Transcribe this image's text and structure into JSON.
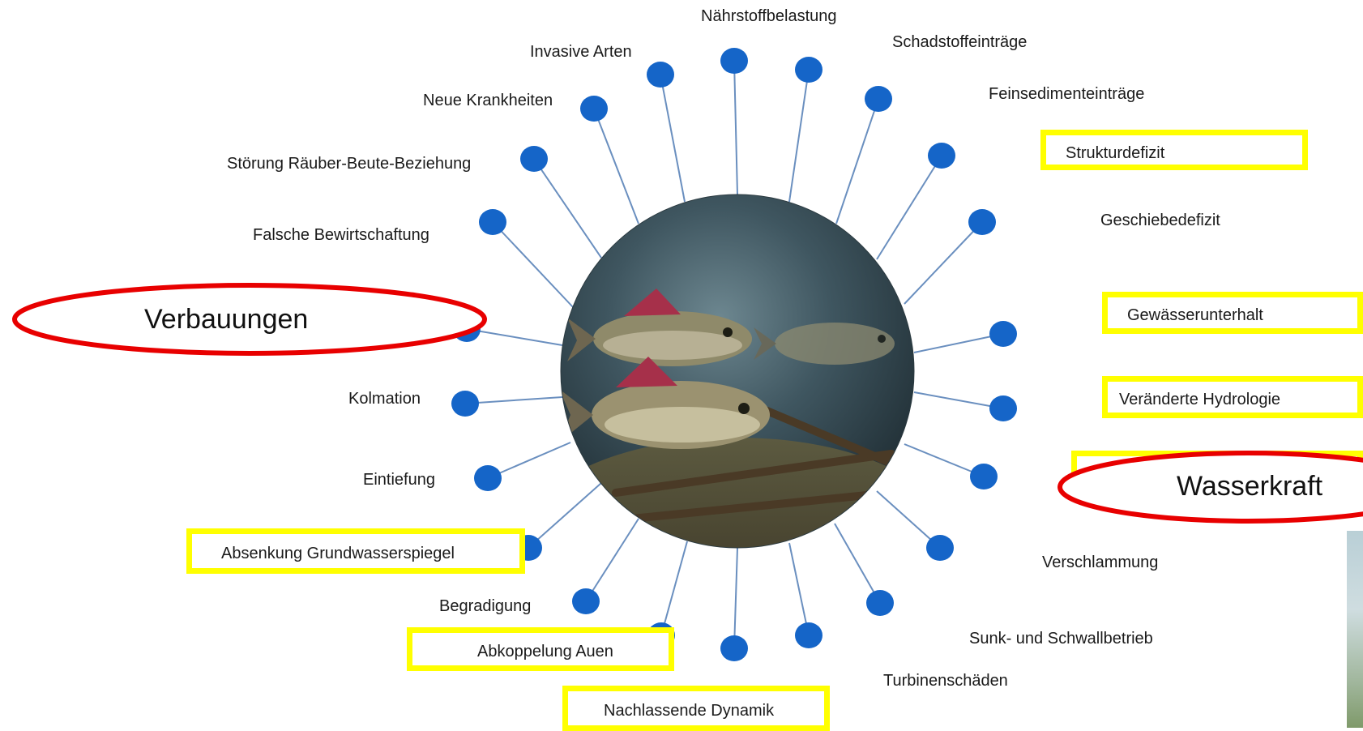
{
  "factors": {
    "naehrstoffbelastung": "Nährstoffbelastung",
    "schadstoffeintraege": "Schadstoffeinträge",
    "invasive_arten": "Invasive Arten",
    "feinsedimenteintraege": "Feinsedimenteinträge",
    "neue_krankheiten": "Neue Krankheiten",
    "strukturdefizit": "Strukturdefizit",
    "stoerung_raeuber_beute": "Störung Räuber-Beute-Beziehung",
    "geschiebedefizit": "Geschiebedefizit",
    "falsche_bewirtschaftung": "Falsche Bewirtschaftung",
    "gewaesserunterhalt": "Gewässerunterhalt",
    "kolmation": "Kolmation",
    "veraenderte_hydrologie": "Veränderte Hydrologie",
    "eintiefung": "Eintiefung",
    "absenkung_grundwasserspiegel": "Absenkung Grundwasserspiegel",
    "verschlammung": "Verschlammung",
    "begradigung": "Begradigung",
    "sunk_und_schwallbetrieb": "Sunk- und Schwallbetrieb",
    "abkoppelung_auen": "Abkoppelung Auen",
    "turbinenschaeden": "Turbinenschäden",
    "nachlassende_dynamik": "Nachlassende Dynamik"
  },
  "emphasized": {
    "verbauungen": "Verbauungen",
    "wasserkraft": "Wasserkraft"
  },
  "colors": {
    "node": "#1565c8",
    "spoke": "#6a8fbf",
    "highlight_box": "#ffff00",
    "ellipse": "#e80000"
  },
  "center_image": "underwater-fish-photo"
}
